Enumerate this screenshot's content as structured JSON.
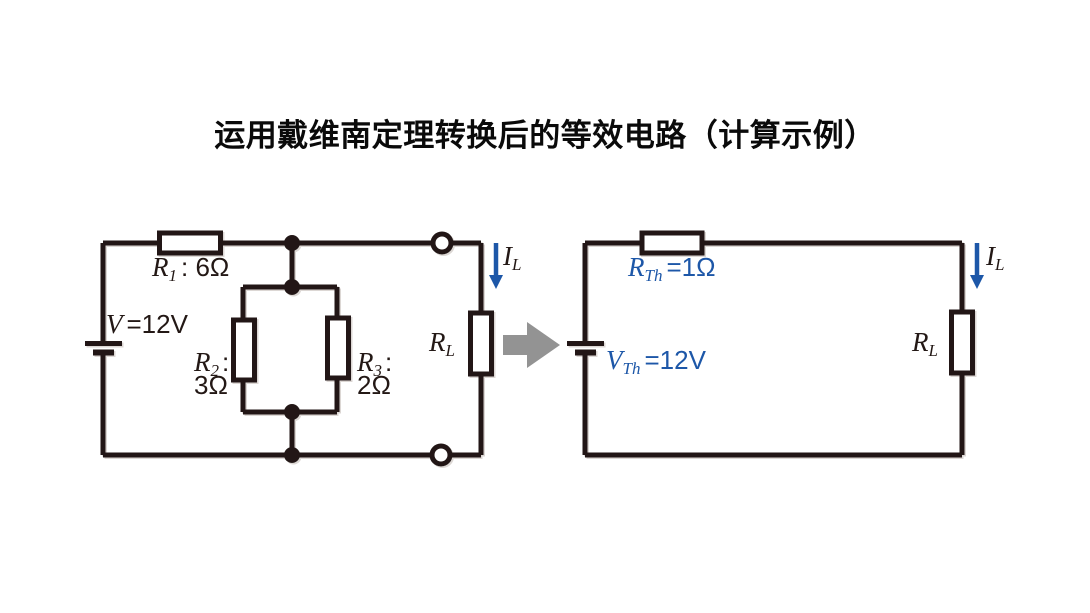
{
  "title": "运用戴维南定理转换后的等效电路（计算示例）",
  "colors": {
    "background": "#ffffff",
    "title_text": "#0a0a0a",
    "wire": "#231815",
    "accent_blue": "#1d57a8",
    "arrow_gray": "#939393",
    "resistor_fill": "#ffffff"
  },
  "icons": {
    "voltage_source": "battery-cell-icon",
    "resistor": "resistor-box-icon",
    "junction": "junction-dot-icon",
    "open_terminal": "open-terminal-icon",
    "transform": "right-arrow-icon",
    "current": "down-arrow-icon"
  },
  "left_circuit": {
    "source_label": {
      "var": "V",
      "value": "=12V"
    },
    "r1_label": {
      "var": "R",
      "sub": "1",
      "value": ": 6Ω"
    },
    "r2_label": {
      "var": "R",
      "sub": "2",
      "colon": ":",
      "value": "3Ω"
    },
    "r3_label": {
      "var": "R",
      "sub": "3",
      "colon": ":",
      "value": "2Ω"
    },
    "load_label": {
      "var": "R",
      "sub": "L"
    },
    "current_label": {
      "var": "I",
      "sub": "L"
    }
  },
  "right_circuit": {
    "rth_label": {
      "var": "R",
      "sub": "Th",
      "value": "=1Ω"
    },
    "vth_label": {
      "var": "V",
      "sub": "Th",
      "value": "=12V"
    },
    "load_label": {
      "var": "R",
      "sub": "L"
    },
    "current_label": {
      "var": "I",
      "sub": "L"
    }
  }
}
